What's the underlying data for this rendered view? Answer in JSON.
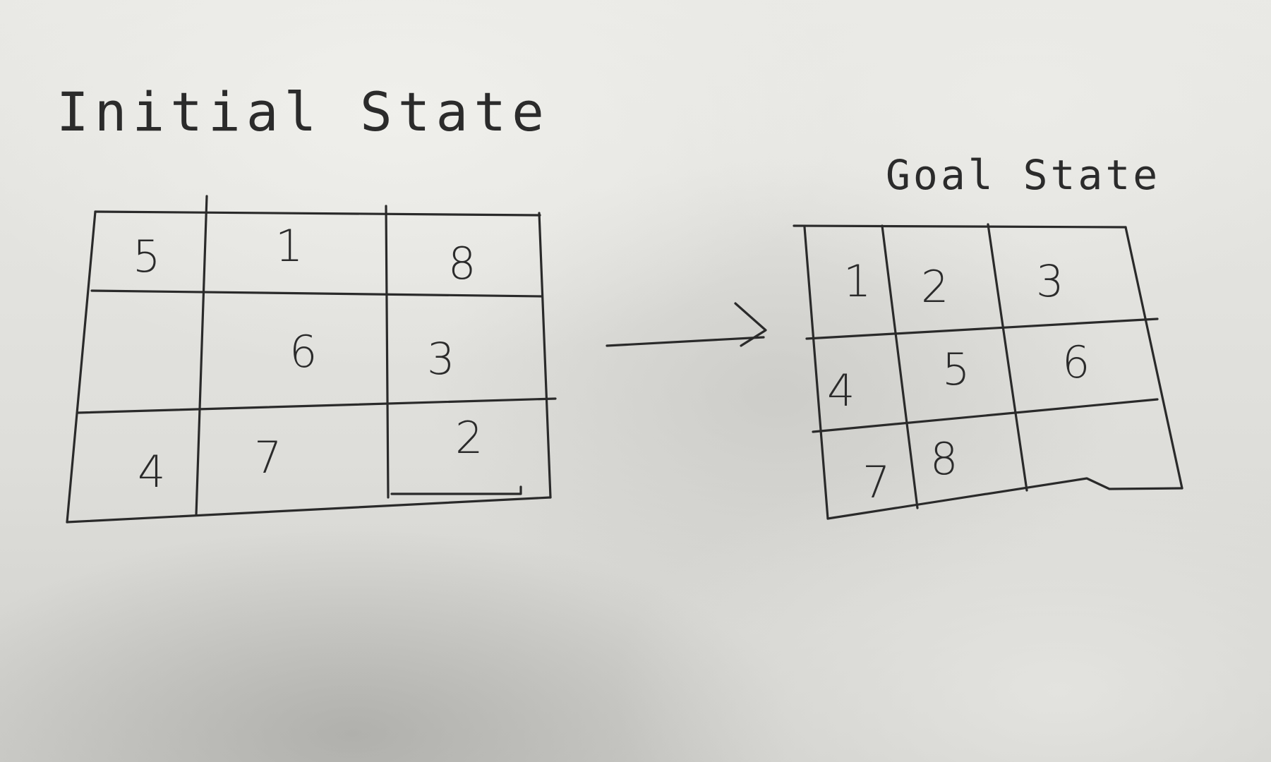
{
  "initial_state": {
    "title": "Initial State",
    "grid": [
      [
        "5",
        "1",
        "8"
      ],
      [
        "",
        "6",
        "3"
      ],
      [
        "4",
        "7",
        "2"
      ]
    ]
  },
  "goal_state": {
    "title": "Goal State",
    "grid": [
      [
        "1",
        "2",
        "3"
      ],
      [
        "4",
        "5",
        "6"
      ],
      [
        "7",
        "8",
        ""
      ]
    ]
  },
  "colors": {
    "ink": "#2a2a2a",
    "paper": "#e6e6e2"
  }
}
